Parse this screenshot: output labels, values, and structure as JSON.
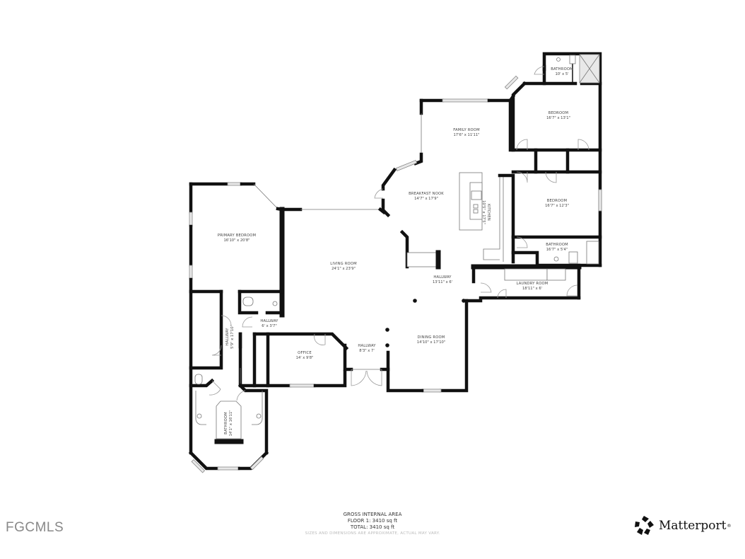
{
  "plan": {
    "rooms": [
      {
        "name": "BATHROOM",
        "dim": "10' x 5'"
      },
      {
        "name": "BEDROOM",
        "dim": "16'7\" x 13'1\""
      },
      {
        "name": "FAMILY ROOM",
        "dim": "17'6\" x 11'11\""
      },
      {
        "name": "BREAKFAST NOOK",
        "dim": "14'7\" x 17'9\""
      },
      {
        "name": "KITCHEN",
        "dim": "10'5\" x 17'5\""
      },
      {
        "name": "BEDROOM",
        "dim": "16'7\" x 12'3\""
      },
      {
        "name": "BATHROOM",
        "dim": "16'7\" x 5'4\""
      },
      {
        "name": "LAUNDRY ROOM",
        "dim": "18'11\" x 6'"
      },
      {
        "name": "HALLWAY",
        "dim": "13'11\" x 6'"
      },
      {
        "name": "LIVING ROOM",
        "dim": "24'1\" x 23'9\""
      },
      {
        "name": "PRIMARY BEDROOM",
        "dim": "16'10\" x 20'8\""
      },
      {
        "name": "HALLWAY",
        "dim": "6' x 3'7\""
      },
      {
        "name": "HALLWAY",
        "dim": "5'9\" x 17'10\""
      },
      {
        "name": "OFFICE",
        "dim": "14' x 9'8\""
      },
      {
        "name": "HALLWAY",
        "dim": "8'3\" x 7'"
      },
      {
        "name": "DINING ROOM",
        "dim": "14'10\" x 17'10\""
      },
      {
        "name": "BATHROOM",
        "dim": "14'1\" x 16'11\""
      }
    ]
  },
  "footer": {
    "title": "GROSS INTERNAL AREA",
    "floor": "FLOOR 1: 3410 sq ft",
    "total": "TOTAL: 3410 sq ft",
    "note": "SIZES AND DIMENSIONS ARE APPROXIMATE, ACTUAL MAY VARY."
  },
  "branding": {
    "mls": "FGCMLS",
    "logo_icon": "matterport-logo-icon",
    "logo_text": "Matterport",
    "logo_mark": "®"
  }
}
